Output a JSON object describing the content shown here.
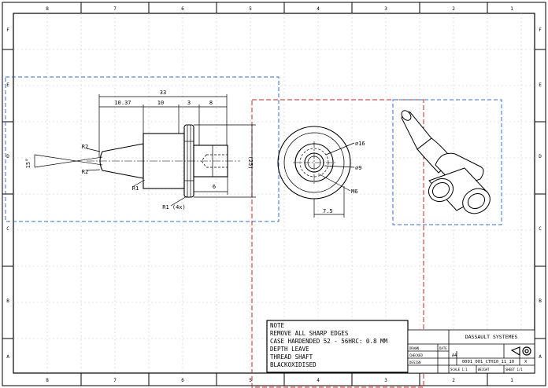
{
  "sheet": {
    "top_zones": [
      "8",
      "7",
      "6",
      "5",
      "4",
      "3",
      "2",
      "1"
    ],
    "side_zones": [
      "F",
      "E",
      "D",
      "C",
      "B",
      "A"
    ]
  },
  "colors": {
    "grid": "#cfcfcf",
    "border": "#000000",
    "view_frame_blue": "#2f6fd6",
    "view_frame_red": "#cc2222",
    "centerline": "#000000"
  },
  "views": {
    "front": {
      "dims": {
        "overall": "33",
        "d1": "10.37",
        "d2": "10",
        "d3": "3",
        "d4": "8",
        "thread_len": "6",
        "height": "(25)",
        "angle": "15°",
        "r2_top": "R2",
        "r2_bot": "R2",
        "r1": "R1",
        "r1_4x": "R1 (4x)"
      }
    },
    "side": {
      "dims": {
        "dia_large": "⌀16",
        "dia_mid": "⌀9",
        "thread": "M6",
        "width": "7.5"
      }
    }
  },
  "note": {
    "lines": [
      "NOTE",
      "REMOVE ALL SHARP EDGES",
      "CASE HARDENDED 52 - 56HRC: 0.8 MM",
      "DEPTH LEAVE",
      "THREAD SHAFT",
      "BLACKOXIDISED"
    ]
  },
  "title_block": {
    "company": "DASSAULT SYSTEMES",
    "size": "A4",
    "drawing_no": "0001_001_CTH10_11_10",
    "rev": "X",
    "drawn_label": "DRAWN",
    "checked_label": "CHECKED",
    "design_label": "DESIGN",
    "date_label": "DATE",
    "scale_label": "SCALE 1:1",
    "weight_label": "WEIGHT",
    "sheet_label": "SHEET 1/1"
  }
}
